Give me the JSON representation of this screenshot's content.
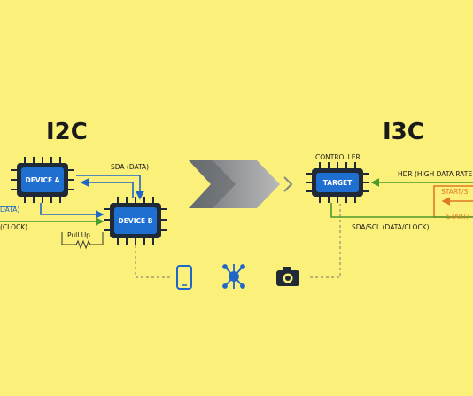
{
  "i2c": {
    "title": "I2C",
    "device_a": "DEVICE A",
    "device_b": "DEVICE B",
    "sda_label": "SDA (DATA)",
    "scl_label": "(CLOCK)",
    "data_label": "DATA)",
    "pullup_label": "Pull Up"
  },
  "i3c": {
    "title": "I3C",
    "controller_label": "CONTROLLER",
    "target": "TARGET",
    "hdr_label": "HDR (HIGH DATA RATE",
    "start_label_1": "START/S",
    "start_label_2": "START/",
    "sda_scl_label": "SDA/SCL (DATA/CLOCK)"
  },
  "icons": [
    "phone-icon",
    "network-hub-icon",
    "camera-icon"
  ],
  "colors": {
    "background": "#fbf07a",
    "chip_dark": "#1f2a36",
    "chip_blue": "#1f6fd0",
    "line_blue": "#1e66c8",
    "line_green": "#4a9a2a",
    "line_orange": "#e07a22",
    "arrow_grey": "#8d8d8d"
  }
}
